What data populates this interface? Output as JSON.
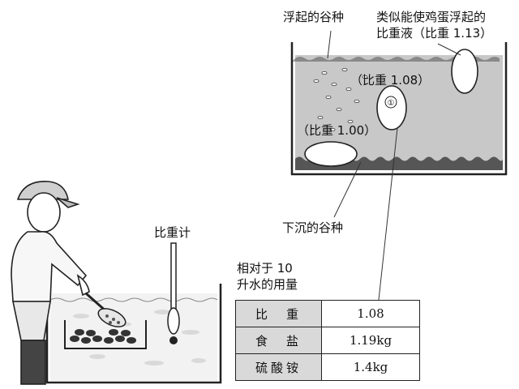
{
  "labels": {
    "floating_seeds": "浮起的谷种",
    "solution_title_line1": "类似能使鸡蛋浮起的",
    "solution_title_line2": "比重液（比重 1.13）",
    "egg_sg_108": "（比重 1.08）",
    "egg_sg_100": "（比重 1.00）",
    "sinking_seeds": "下沉的谷种",
    "hydrometer": "比重计",
    "usage_title_line1": "相对于 10",
    "usage_title_line2": "升水的用量",
    "circle_marker": "①"
  },
  "table": {
    "rows": [
      {
        "name": "比　重",
        "value": "1.08"
      },
      {
        "name": "食　盐",
        "value": "1.19kg"
      },
      {
        "name": "硫酸铵",
        "value": "1.4kg"
      }
    ]
  },
  "colors": {
    "liquid": "#c8c8c8",
    "line": "#222222",
    "table_header_bg": "#d9d9d9"
  }
}
